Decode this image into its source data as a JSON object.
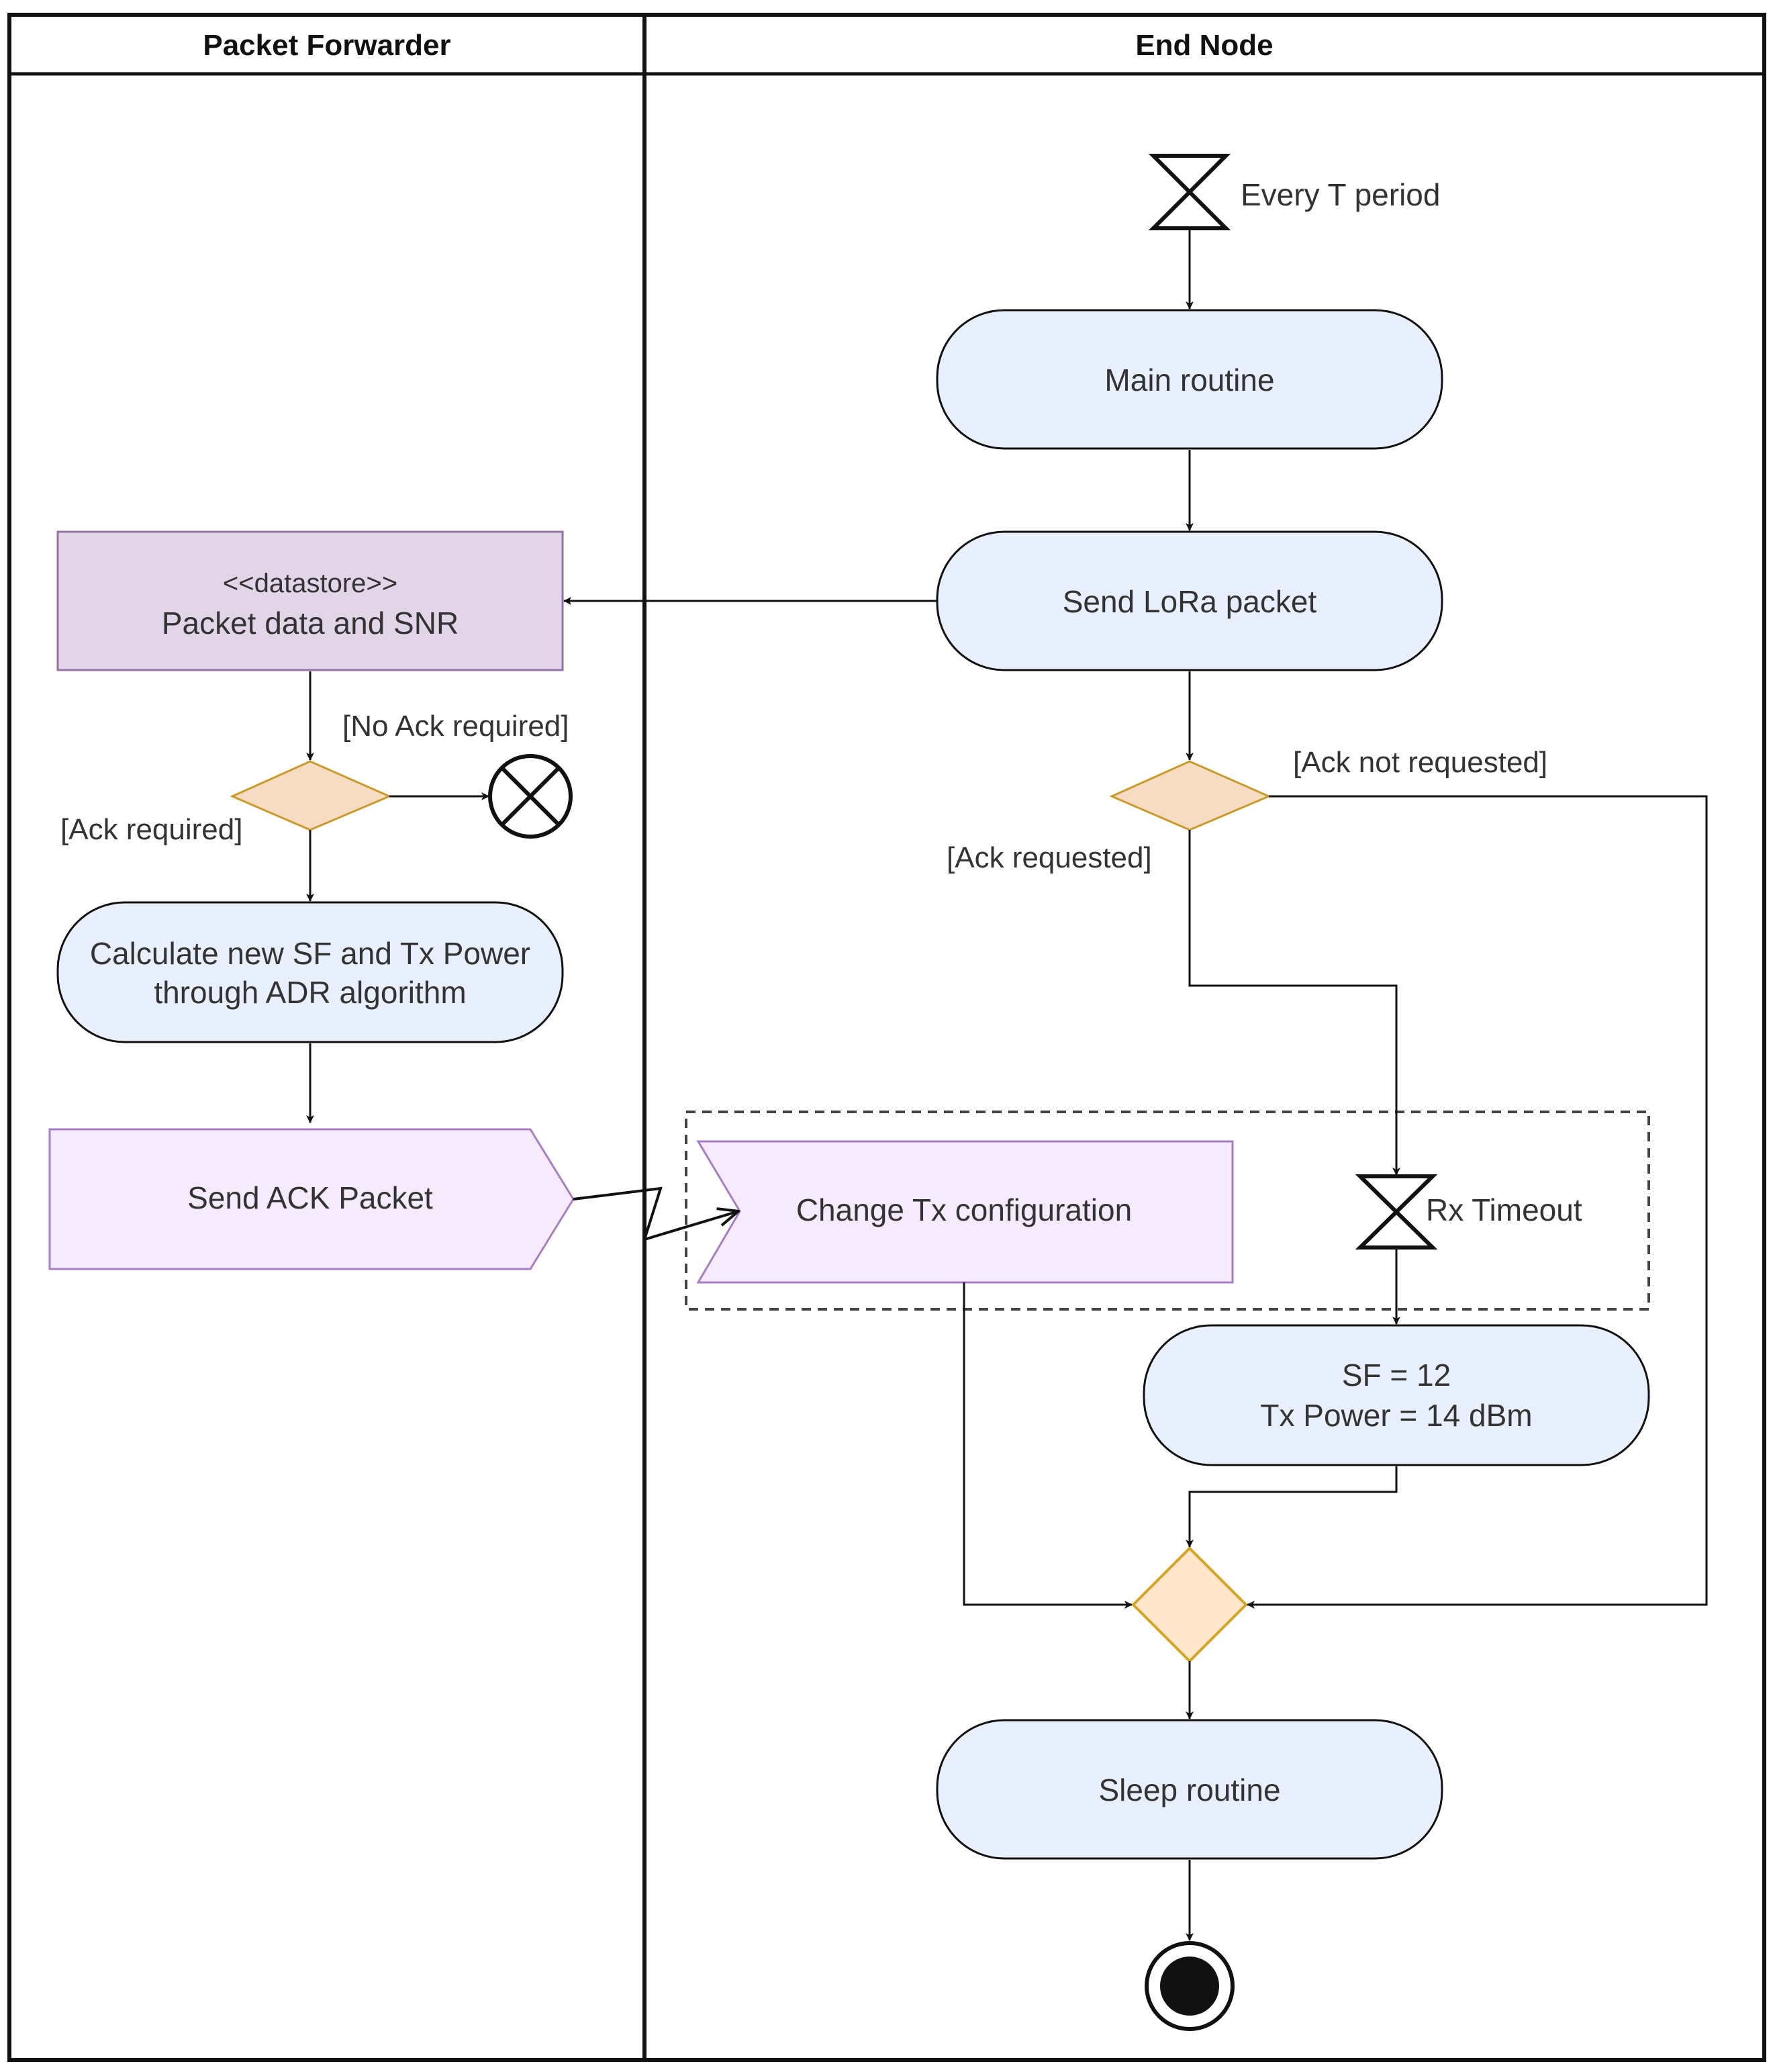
{
  "lanes": {
    "left": "Packet Forwarder",
    "right": "End Node"
  },
  "nodes": {
    "timer_start": "Every T period",
    "main_routine": "Main routine",
    "send_lora": "Send LoRa packet",
    "datastore_stereotype": "<<datastore>>",
    "datastore_label": "Packet data and SNR",
    "adr_line1": "Calculate new SF and Tx Power",
    "adr_line2": "through ADR algorithm",
    "send_ack": "Send ACK Packet",
    "change_tx": "Change Tx configuration",
    "rx_timeout": "Rx Timeout",
    "sf_line1": "SF = 12",
    "sf_line2": "Tx Power = 14 dBm",
    "sleep_routine": "Sleep routine"
  },
  "guards": {
    "no_ack_required": "[No Ack required]",
    "ack_required": "[Ack required]",
    "ack_not_requested": "[Ack not requested]",
    "ack_requested": "[Ack requested]"
  },
  "colors": {
    "action_fill": "#e8f0fd",
    "datastore_fill": "#e1d5e7",
    "datastore_stroke": "#9673a6",
    "signal_fill": "#f6eafd",
    "signal_stroke": "#a77ec2",
    "decision_fill": "#f6dcc2",
    "decision_stroke": "#c99a2c",
    "merge_fill": "#ffe6cc",
    "merge_stroke": "#d6a520"
  }
}
